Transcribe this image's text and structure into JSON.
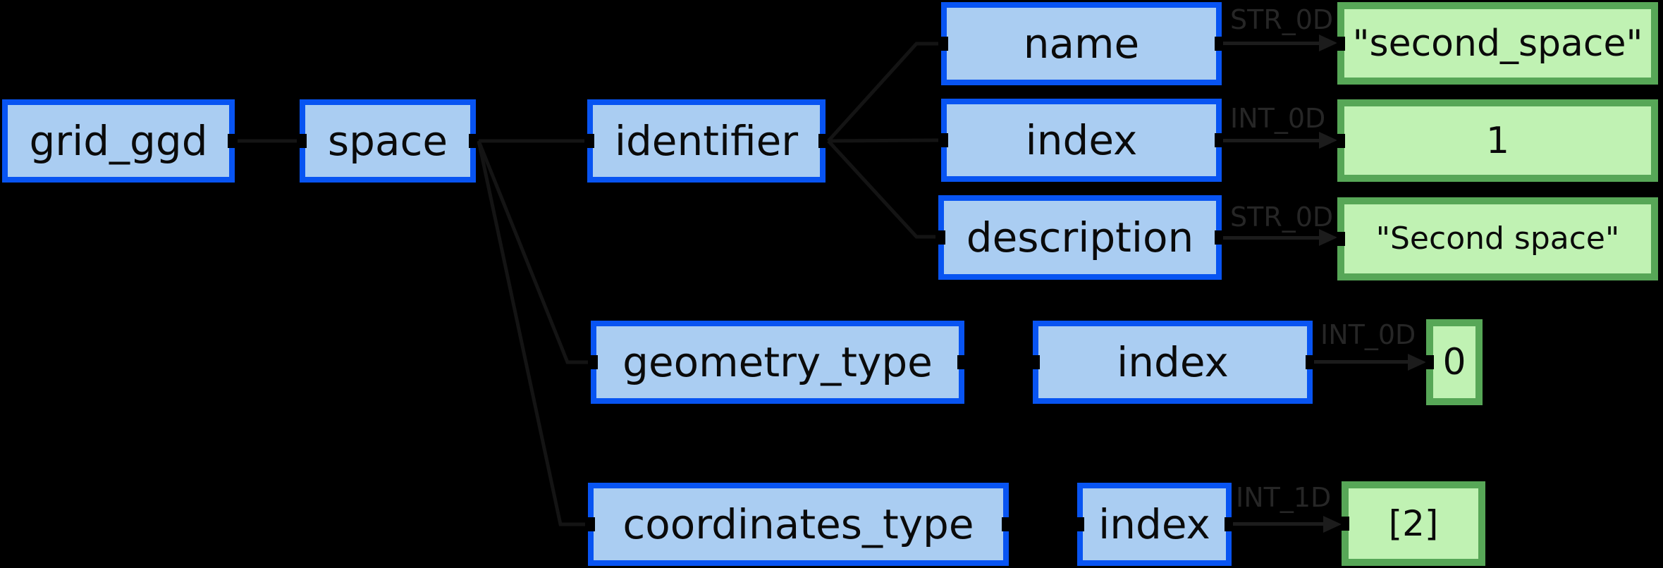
{
  "colors": {
    "background": "#000000",
    "node_border": "#0854f2",
    "node_fill": "#aacdf2",
    "node_text": "#0a0a0a",
    "value_border": "#57a757",
    "value_fill": "#c0f2b3",
    "type_label": "#262626",
    "edge": "#1c1c1c",
    "edge_dim": "#141414"
  },
  "nodes": {
    "grid_ggd": {
      "label": "grid_ggd"
    },
    "space": {
      "label": "space"
    },
    "identifier": {
      "label": "identifier"
    },
    "name": {
      "label": "name",
      "type": "STR_0D",
      "value": "\"second_space\""
    },
    "index_identifier": {
      "label": "index",
      "type": "INT_0D",
      "value": "1"
    },
    "description": {
      "label": "description",
      "type": "STR_0D",
      "value": "\"Second space\""
    },
    "geometry_type": {
      "label": "geometry_type"
    },
    "index_geometry": {
      "label": "index",
      "type": "INT_0D",
      "value": "0"
    },
    "coordinates_type": {
      "label": "coordinates_type"
    },
    "index_coordinates": {
      "label": "index",
      "type": "INT_1D",
      "value": "[2]"
    }
  }
}
